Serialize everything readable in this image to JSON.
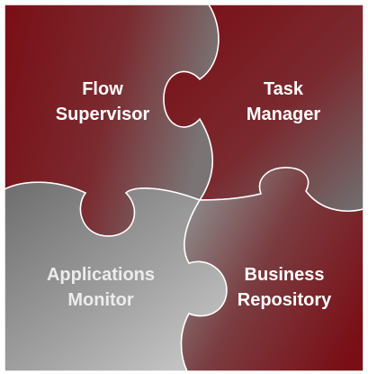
{
  "pieces": {
    "flow_supervisor": {
      "line1": "Flow",
      "line2": "Supervisor"
    },
    "task_manager": {
      "line1": "Task",
      "line2": "Manager"
    },
    "applications_monitor": {
      "line1": "Applications",
      "line2": "Monitor"
    },
    "business_repository": {
      "line1": "Business",
      "line2": "Repository"
    }
  },
  "colors": {
    "dark_red": "#7a0e16",
    "gray": "#6b6b6b",
    "light_gray": "#b8b8b8",
    "white_text": "#ffffff",
    "light_text": "#e8e8e8"
  }
}
